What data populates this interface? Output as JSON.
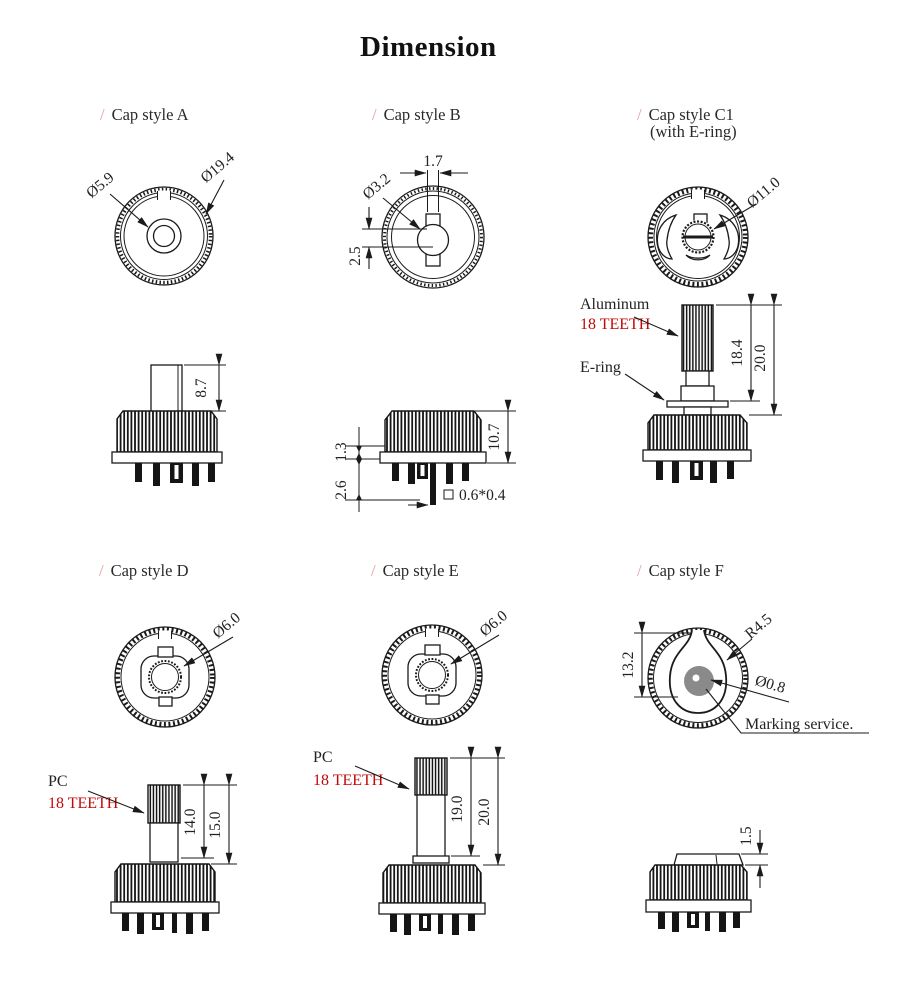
{
  "title": "Dimension",
  "slash": "/",
  "colors": {
    "accent_red": "#c00a0a",
    "slash_pink": "#e49c9c",
    "line": "#1b1b1b",
    "marking_gray": "#8a8a8a"
  },
  "cells": {
    "a": {
      "caption": "Cap style A",
      "dims": {
        "d_small": "Ø5.9",
        "d_outer": "Ø19.4",
        "shaft_h": "8.7"
      }
    },
    "b": {
      "caption": "Cap style B",
      "dims": {
        "slot_w": "1.7",
        "d_center": "Ø3.2",
        "slot_len": "2.5",
        "body_h": "10.7",
        "base_t": "1.3",
        "pin_len": "2.6",
        "pin_section": "0.6*0.4"
      }
    },
    "c1": {
      "caption": "Cap style C1",
      "caption2": "(with E-ring)",
      "labels": {
        "material": "Aluminum",
        "teeth": "18 TEETH",
        "ering": "E-ring"
      },
      "dims": {
        "d_ring": "Ø11.0",
        "shaft_h": "18.4",
        "total_h": "20.0"
      }
    },
    "d": {
      "caption": "Cap style D",
      "labels": {
        "material": "PC",
        "teeth": "18 TEETH"
      },
      "dims": {
        "d_center": "Ø6.0",
        "shaft_h": "14.0",
        "total_h": "15.0"
      }
    },
    "e": {
      "caption": "Cap style E",
      "labels": {
        "material": "PC",
        "teeth": "18 TEETH"
      },
      "dims": {
        "d_center": "Ø6.0",
        "shaft_h": "19.0",
        "total_h": "20.0"
      }
    },
    "f": {
      "caption": "Cap style F",
      "labels": {
        "marking": "Marking service."
      },
      "dims": {
        "height": "13.2",
        "radius": "R4.5",
        "d_dot": "Ø0.8",
        "cap_h": "1.5"
      }
    }
  }
}
